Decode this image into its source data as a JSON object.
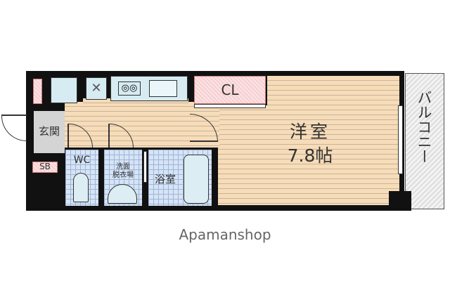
{
  "rooms": {
    "entrance": "玄関",
    "shoe_box": "SB",
    "toilet": "WC",
    "washroom_line1": "洗面",
    "washroom_line2": "脱衣場",
    "bathroom": "浴室",
    "closet": "CL",
    "western_room": "洋室",
    "western_room_size": "7.8帖",
    "balcony": "バルコニー"
  },
  "caption": "Apamanshop"
}
